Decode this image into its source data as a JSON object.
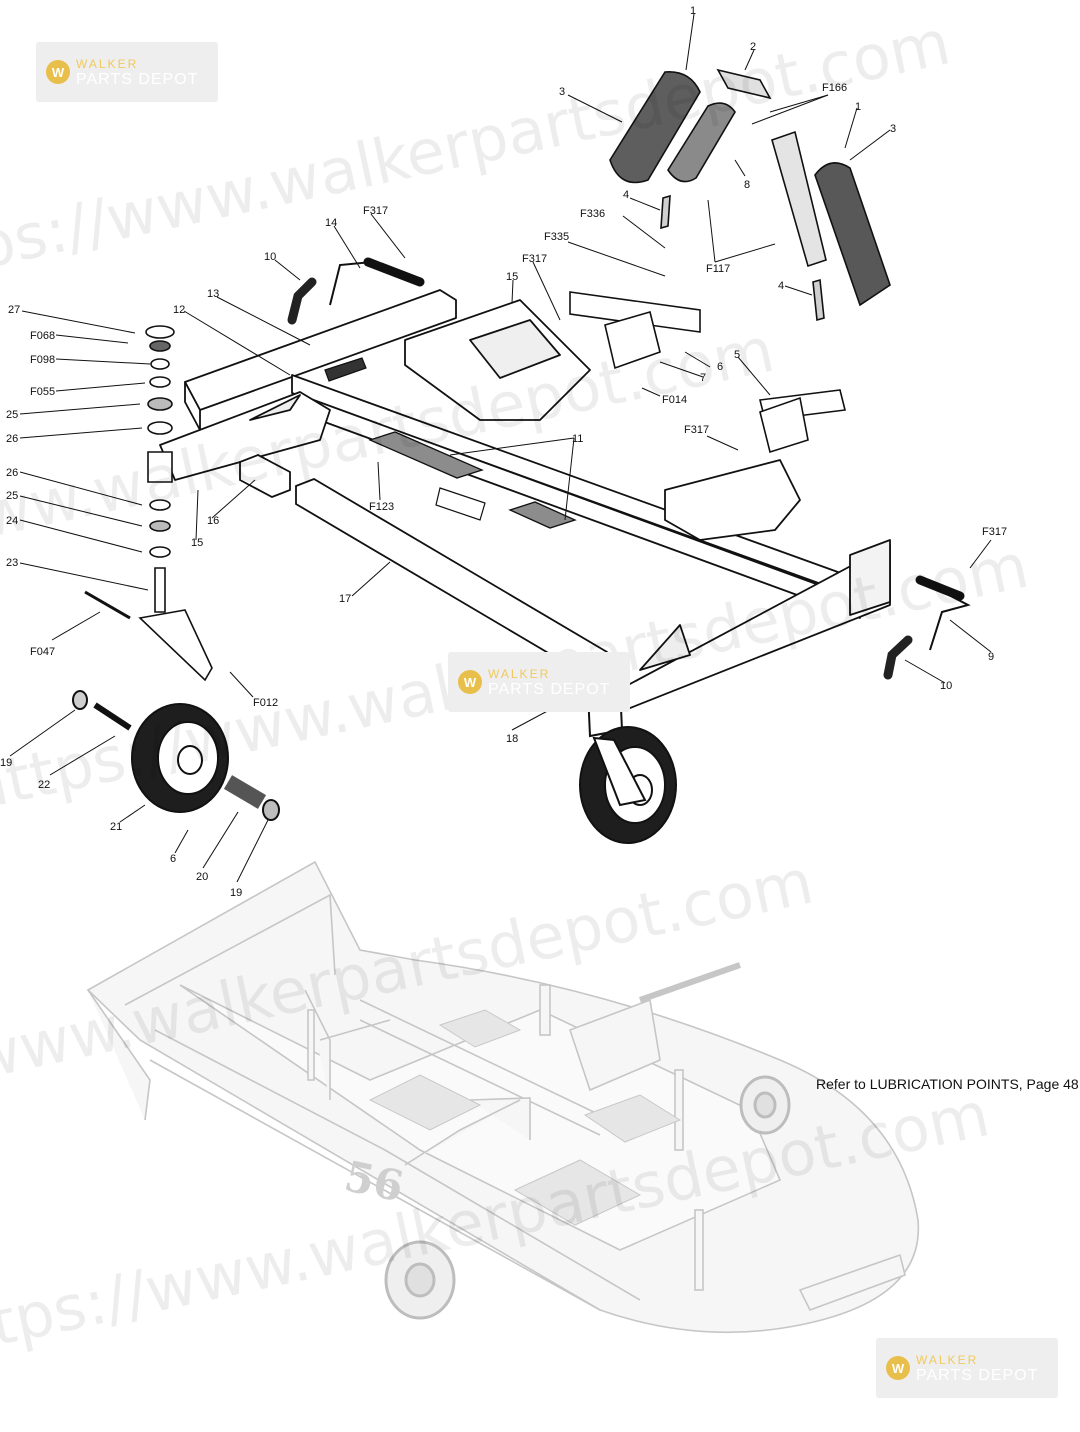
{
  "note": "Refer to LUBRICATION POINTS, Page 48.",
  "deck_number": "56",
  "watermark": {
    "url": "https://www.walkerpartsdepot.com",
    "logo_line1": "WALKER",
    "logo_line2": "PARTS DEPOT",
    "logo_mark": "W"
  },
  "callouts": {
    "c1a": "1",
    "c1b": "1",
    "c2": "2",
    "c3a": "3",
    "c3b": "3",
    "c4a": "4",
    "c4b": "4",
    "c5": "5",
    "c6a": "6",
    "c6b": "6",
    "c7": "7",
    "c8": "8",
    "c9": "9",
    "c10a": "10",
    "c10b": "10",
    "c11": "11",
    "c12": "12",
    "c13": "13",
    "c14": "14",
    "c15a": "15",
    "c15b": "15",
    "c16": "16",
    "c17": "17",
    "c18": "18",
    "c19a": "19",
    "c19b": "19",
    "c20": "20",
    "c21": "21",
    "c22": "22",
    "c23": "23",
    "c24": "24",
    "c25a": "25",
    "c25b": "25",
    "c26a": "26",
    "c26b": "26",
    "c27": "27",
    "f166": "F166",
    "f317a": "F317",
    "f317b": "F317",
    "f317c": "F317",
    "f317d": "F317",
    "f336": "F336",
    "f335": "F335",
    "f117": "F117",
    "f068": "F068",
    "f098": "F098",
    "f055": "F055",
    "f014": "F014",
    "f123": "F123",
    "f047": "F047",
    "f012": "F012"
  },
  "colors": {
    "line": "#111111",
    "ghost": "#c4c4c4",
    "ghost_fill": "#f4f4f4",
    "panel": "#dcdcdc"
  }
}
